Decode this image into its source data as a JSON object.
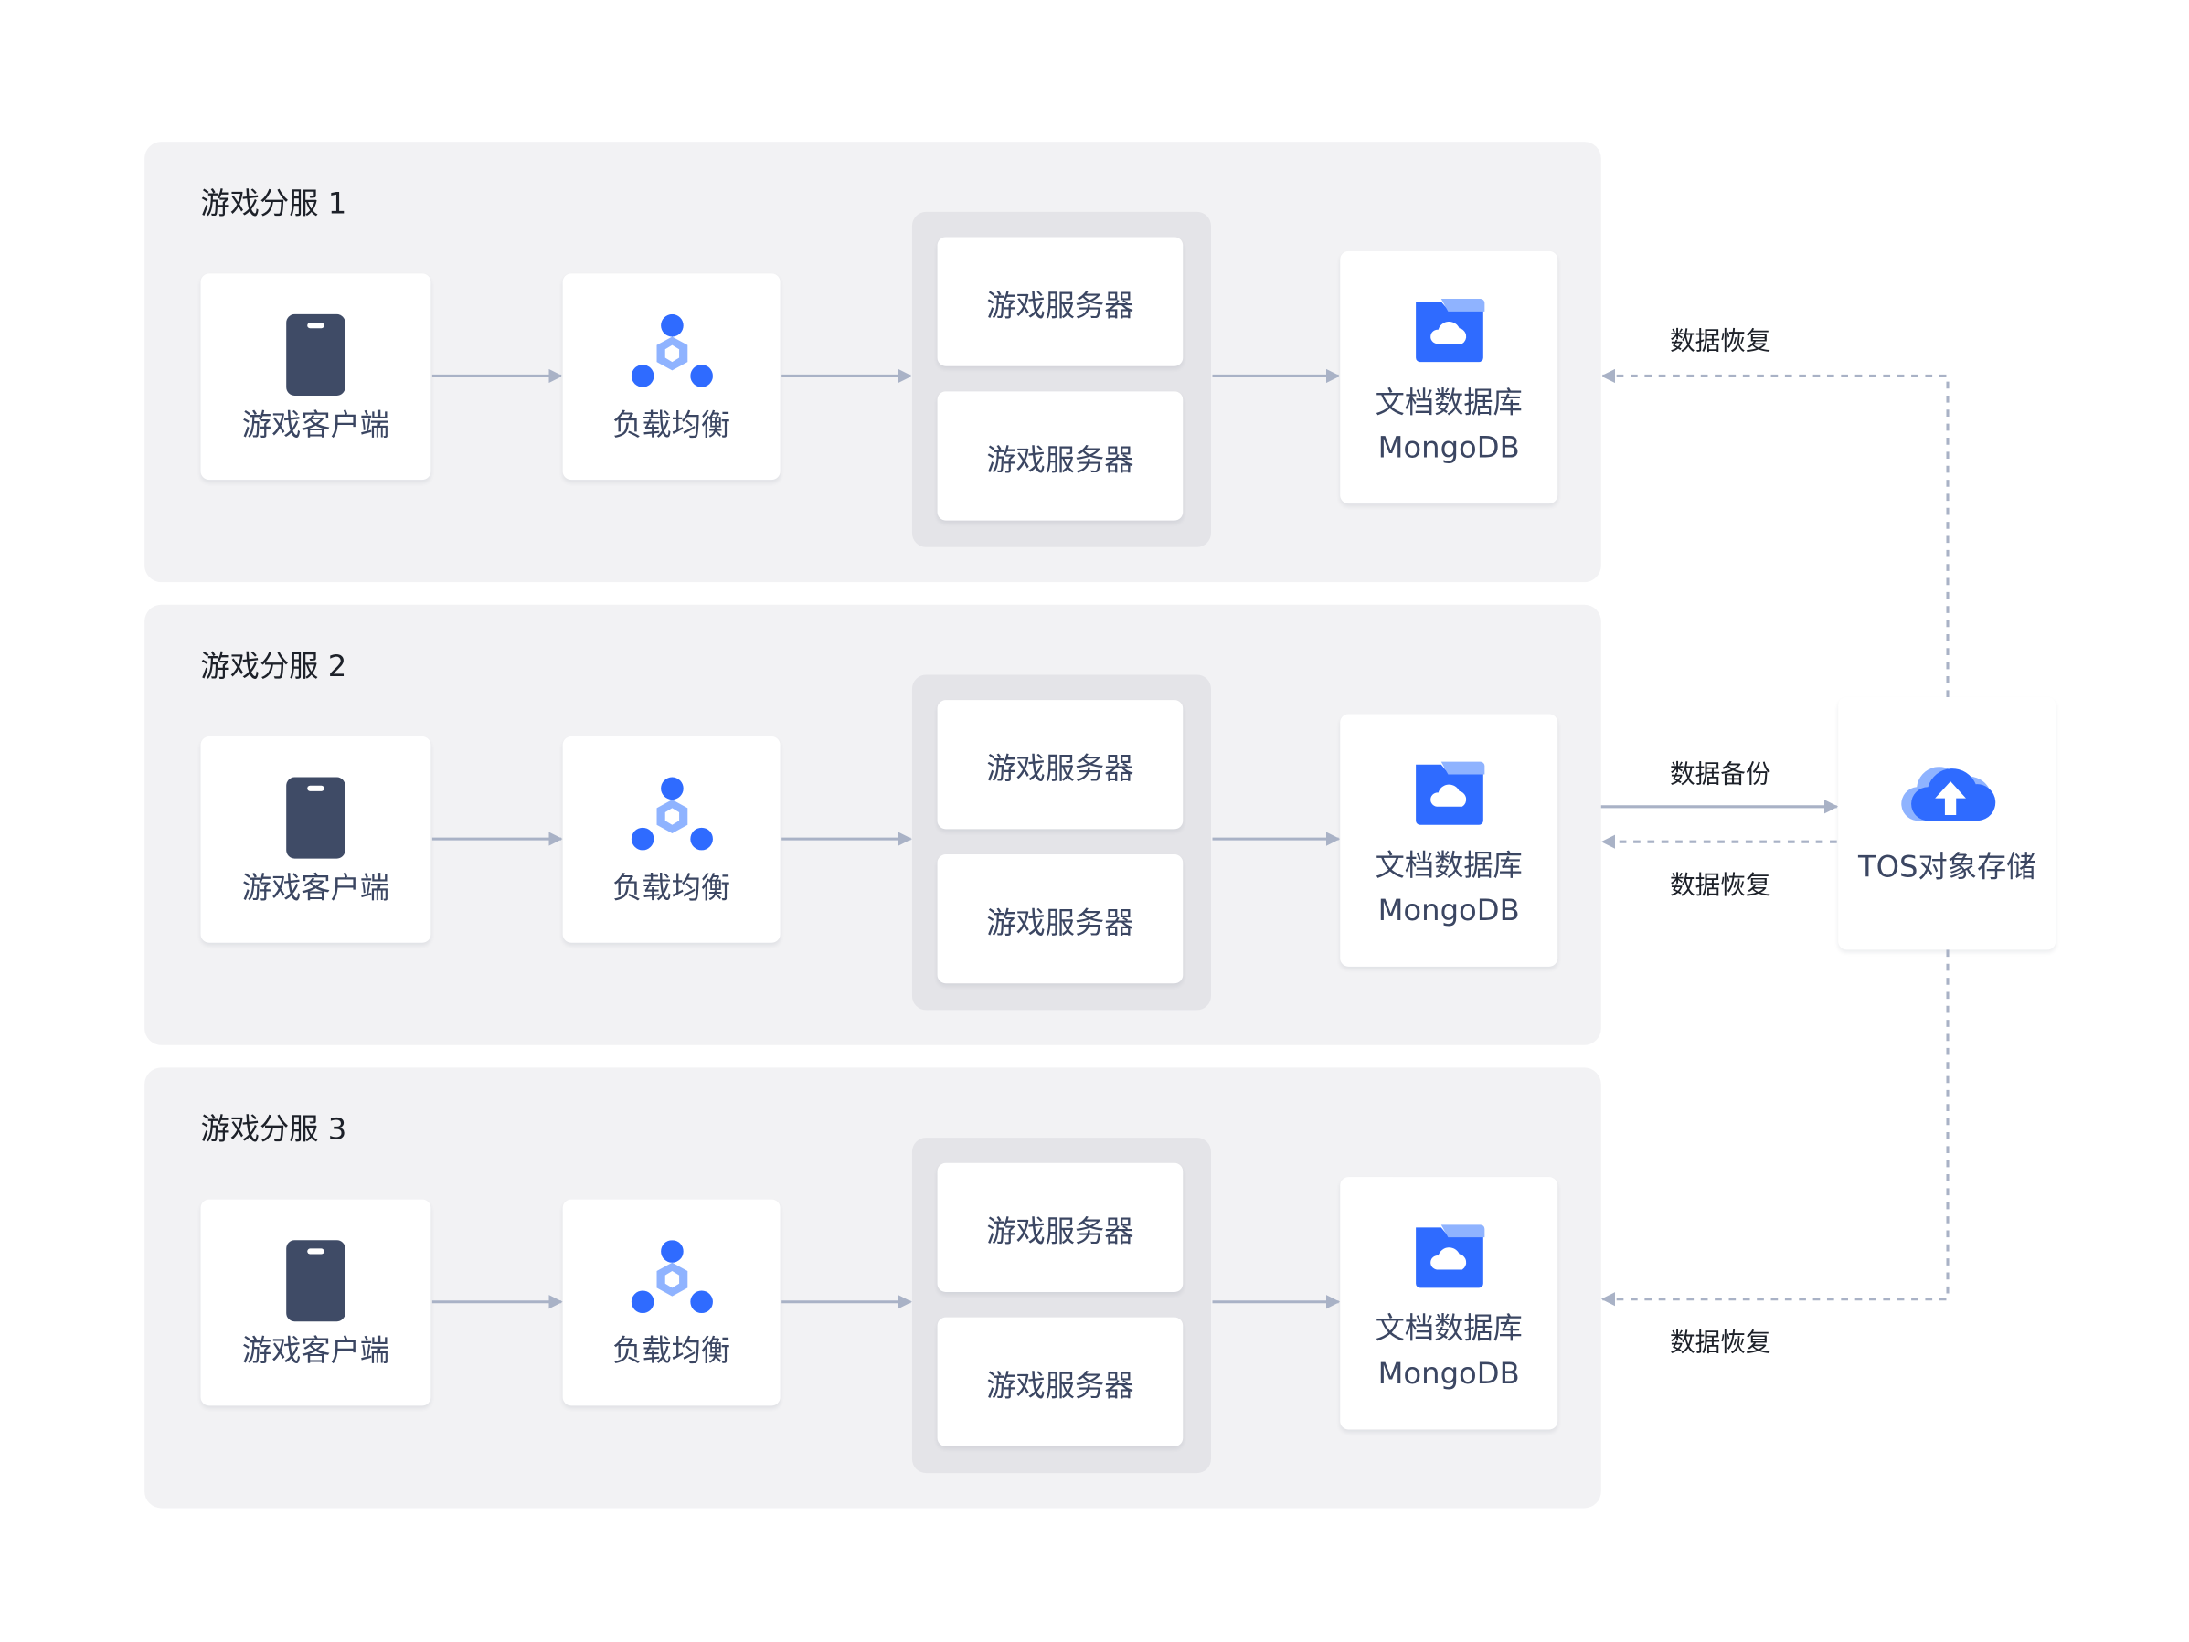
{
  "groups": [
    {
      "title": "游戏分服 1",
      "client_label": "游戏客户端",
      "lb_label": "负载均衡",
      "server_labels": [
        "游戏服务器",
        "游戏服务器"
      ],
      "db_label_line1": "文档数据库",
      "db_label_line2": "MongoDB"
    },
    {
      "title": "游戏分服 2",
      "client_label": "游戏客户端",
      "lb_label": "负载均衡",
      "server_labels": [
        "游戏服务器",
        "游戏服务器"
      ],
      "db_label_line1": "文档数据库",
      "db_label_line2": "MongoDB"
    },
    {
      "title": "游戏分服 3",
      "client_label": "游戏客户端",
      "lb_label": "负载均衡",
      "server_labels": [
        "游戏服务器",
        "游戏服务器"
      ],
      "db_label_line1": "文档数据库",
      "db_label_line2": "MongoDB"
    }
  ],
  "tos": {
    "label": "TOS对象存储"
  },
  "edges": {
    "restore_top": "数据恢复",
    "backup": "数据备份",
    "restore_mid": "数据恢复",
    "restore_bottom": "数据恢复"
  },
  "colors": {
    "group_bg": "#f2f2f4",
    "server_box_bg": "#e4e4e8",
    "arrow": "#a9b2c6",
    "icon_dark": "#3f4b66",
    "icon_blue": "#2f6bff",
    "icon_blue_light": "#8fb3ff"
  },
  "icons": {
    "client": "phone-icon",
    "load_balancer": "load-balancer-icon",
    "database": "cloud-folder-icon",
    "tos": "cloud-upload-icon"
  }
}
